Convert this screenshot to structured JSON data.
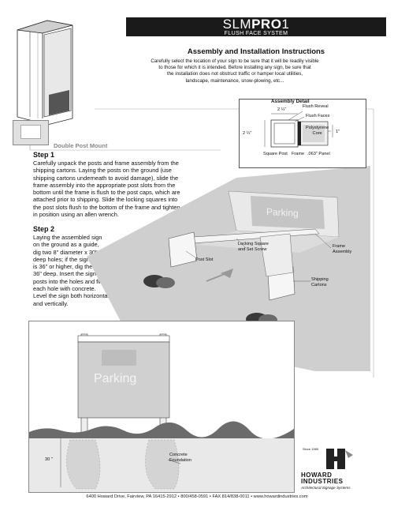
{
  "header": {
    "brand_prefix": "SLM",
    "brand_bold": "PRO",
    "brand_suffix": "1",
    "subtitle": "FLUSH FACE SYSTEM"
  },
  "title": "Assembly and Installation Instructions",
  "intro": "Carefully select the location of your sign to be sure that it will be readily visible\nto those for which it is intended. Before installing any sign, be sure that\nthe installation does not obstruct traffic or hamper local utilities,\nlandscape, maintenance, snow-plowing, etc...",
  "mount_label": "Double Post Mount",
  "step1": {
    "heading": "Step 1",
    "text": "Carefully unpack the posts and frame assembly from the\nshipping cartons. Laying the posts on the ground (use\nshipping cartons underneath to avoid damage), slide the\nframe assembly into the appropriate post slots from the\nbottom until the frame is flush to the post caps, which are\nattached prior to shipping. Slide the locking squares into\nthe post slots flush to the bottom of the frame and tighten\nin position using an allen wrench."
  },
  "step2": {
    "heading": "Step 2",
    "text": "Laying the assembled sign\non the ground as a guide,\ndig two 8\" diameter x 30\"\ndeep holes; if the sign panel\nis 36\" or higher, dig the holes\n36\" deep. Insert the sign\nposts into the holes and fill\neach hole with concrete.\nLevel the sign both horizontally\nand vertically."
  },
  "detail": {
    "title": "Assembly Detail",
    "flush_reveal": "Flush Reveal",
    "flush_faces": "Flush Faces",
    "polystyrene": "Polystyrene\nCore",
    "one_inch": "1\"",
    "top_dim": "2 ¼\"",
    "left_dim": "2 ¼\"",
    "square_post": "Square Post",
    "frame": "Frame",
    "panel": ".063\" Panel"
  },
  "callouts": {
    "parking": "Parking",
    "post_slot": "Post Slot",
    "locking": "Locking Square\nand Set Screw",
    "frame_assembly": "Frame\nAssembly",
    "shipping_cartons": "Shipping\nCartons"
  },
  "install": {
    "parking": "Parking",
    "depth": "30 \"",
    "concrete": "Concrete\nFoundation"
  },
  "logo": {
    "since": "Since 1969",
    "company": "HOWARD\nINDUSTRIES",
    "tagline": "Architectural Signage Systems"
  },
  "footer": "6400 Howard Drive, Fairview, PA 16415-2912 • 800/458-0591 • FAX 814/838-0011 • www.howardindustries.com"
}
